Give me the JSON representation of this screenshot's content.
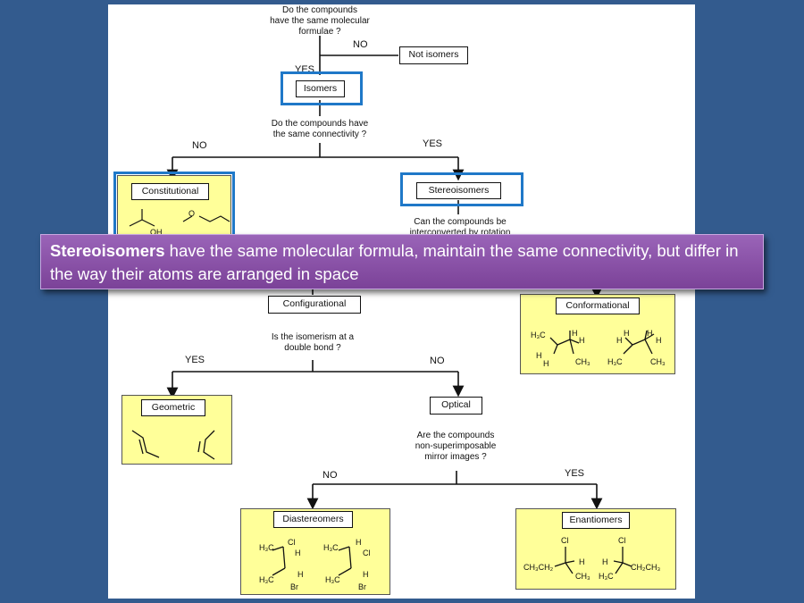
{
  "flow": {
    "q1": [
      "Do the compounds",
      "have the same molecular",
      "formulae ?"
    ],
    "q1_no": "NO",
    "q1_yes": "YES",
    "not_isomers": "Not isomers",
    "isomers": "Isomers",
    "q2": [
      "Do the compounds have",
      "the same connectivity ?"
    ],
    "q2_no": "NO",
    "q2_yes": "YES",
    "constitutional": "Constitutional",
    "stereoisomers": "Stereoisomers",
    "q3": [
      "Can the compounds be",
      "interconverted by rotation"
    ],
    "configurational": "Configurational",
    "conformational": "Conformational",
    "q4": [
      "Is the isomerism at a",
      "double bond ?"
    ],
    "q4_yes": "YES",
    "q4_no": "NO",
    "geometric": "Geometric",
    "optical": "Optical",
    "q5": [
      "Are the compounds",
      "non-superimposable",
      "mirror images ?"
    ],
    "q5_no": "NO",
    "q5_yes": "YES",
    "diastereomers": "Diastereomers",
    "enantiomers": "Enantiomers"
  },
  "chem": {
    "constitutional_oh": "OH",
    "conf_left_a": "H₃C",
    "conf_left_b": "H",
    "conf_left_c": "H",
    "conf_left_d": "H",
    "conf_left_e": "H",
    "conf_left_f": "CH₃",
    "conf_right_a": "H",
    "conf_right_b": "H",
    "conf_right_c": "H",
    "conf_right_d": "H",
    "conf_right_e": "H₃C",
    "conf_right_f": "CH₃",
    "dia_1_a": "H₃C",
    "dia_1_b": "Cl",
    "dia_1_c": "H",
    "dia_1_d": "H₃C",
    "dia_1_e": "H",
    "dia_1_f": "Br",
    "dia_2_a": "H₃C",
    "dia_2_b": "H",
    "dia_2_c": "Cl",
    "dia_2_d": "H₃C",
    "dia_2_e": "H",
    "dia_2_f": "Br",
    "ena_1_a": "Cl",
    "ena_1_b": "CH₃CH₂",
    "ena_1_c": "H",
    "ena_1_d": "CH₃",
    "ena_2_a": "Cl",
    "ena_2_b": "H",
    "ena_2_c": "CH₂CH₃",
    "ena_2_d": "H₃C"
  },
  "banner": {
    "bold": "Stereoisomers",
    "text": " have the same molecular formula, maintain the same connectivity, but differ in the way their atoms are arranged in space"
  },
  "colors": {
    "background": "#335b8e",
    "highlight_box": "#ffff99",
    "blue_frame": "#1f78c8",
    "banner": "#8a52a8"
  }
}
